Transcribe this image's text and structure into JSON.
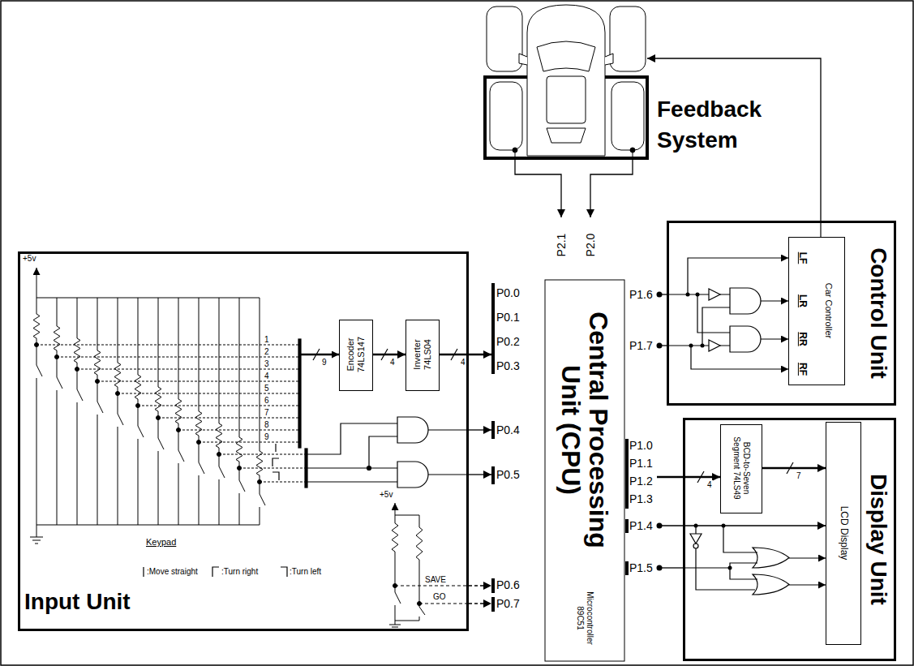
{
  "diagram": {
    "nodes": [
      {
        "text": [
          "Input Unit"
        ]
      },
      {
        "text": [
          "Encoder 74LS147"
        ],
        "in": 0
      },
      {
        "text": [
          "Inverter 74LS04"
        ],
        "in": 0
      },
      {
        "text": [
          "Central Processing Unit (CPU)",
          "Microcontroller 89C51"
        ]
      },
      {
        "text": [
          "Feedback System"
        ]
      },
      {
        "text": [
          "Control Unit"
        ]
      },
      {
        "text": [
          "Car Controller"
        ],
        "in": 5
      },
      {
        "text": [
          "Display Unit"
        ]
      },
      {
        "text": [
          "BCD-to-Seven Segment 74LS49"
        ],
        "in": 7
      },
      {
        "text": [
          "LCD Display"
        ],
        "in": 7
      }
    ],
    "edges": [
      {
        "from": 1,
        "to": 2,
        "arrow": "to",
        "label": "4"
      },
      {
        "from": 2,
        "to": 3,
        "arrow": "to",
        "label": "4"
      },
      {
        "from": 0,
        "to": 3,
        "arrow": "to"
      },
      {
        "from": 0,
        "to": 3,
        "arrow": "to"
      },
      {
        "from": 0,
        "to": 3,
        "arrow": "to"
      },
      {
        "from": 0,
        "to": 3,
        "arrow": "to"
      },
      {
        "from": 4,
        "to": 3,
        "arrow": "to"
      },
      {
        "from": 4,
        "to": 3,
        "arrow": "to"
      },
      {
        "from": 3,
        "to": 5,
        "arrow": "none"
      },
      {
        "from": 3,
        "to": 5,
        "arrow": "none"
      },
      {
        "from": 5,
        "to": 4,
        "arrow": "to"
      },
      {
        "from": 3,
        "to": 8,
        "arrow": "to",
        "label": "4"
      },
      {
        "from": 8,
        "to": 9,
        "arrow": "to",
        "label": "7"
      },
      {
        "from": 3,
        "to": 9,
        "arrow": "to"
      },
      {
        "from": 3,
        "to": 7,
        "arrow": "none"
      }
    ],
    "labels": [
      "+5v",
      "1",
      "2",
      "3",
      "4",
      "5",
      "6",
      "7",
      "8",
      "9",
      "9",
      "Keypad",
      "+5v",
      "SAVE",
      "GO",
      "P0.0",
      "P0.1",
      "P0.2",
      "P0.3",
      "P0.4",
      "P0.5",
      "P0.6",
      "P0.7",
      "P2.1",
      "P2.0",
      "P1.6",
      "P1.7",
      "LF",
      "LR",
      "RR",
      "RF",
      "P1.0",
      "P1.1",
      "P1.2",
      "P1.3",
      "P1.4",
      "P1.5"
    ],
    "legend": [
      {
        "text": ":Move straight"
      },
      {
        "text": ":Turn right"
      },
      {
        "text": ":Turn left"
      }
    ]
  }
}
